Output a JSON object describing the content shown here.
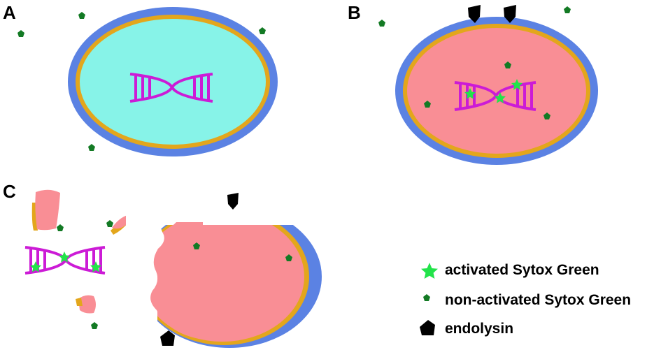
{
  "panels": {
    "a": {
      "label": "A"
    },
    "b": {
      "label": "B"
    },
    "c": {
      "label": "C"
    }
  },
  "legend": {
    "activated": "activated Sytox Green",
    "non_activated": "non-activated Sytox Green",
    "endolysin": "endolysin"
  },
  "colors": {
    "outer_membrane": "#5b82e3",
    "inner_membrane": "#e3a61c",
    "cytoplasm_intact": "#87f3e8",
    "cytoplasm_damaged": "#f98e95",
    "dna": "#cc1bd6",
    "activated_dye": "#22e34a",
    "non_activated_dye": "#137a24",
    "endolysin": "#000000"
  }
}
